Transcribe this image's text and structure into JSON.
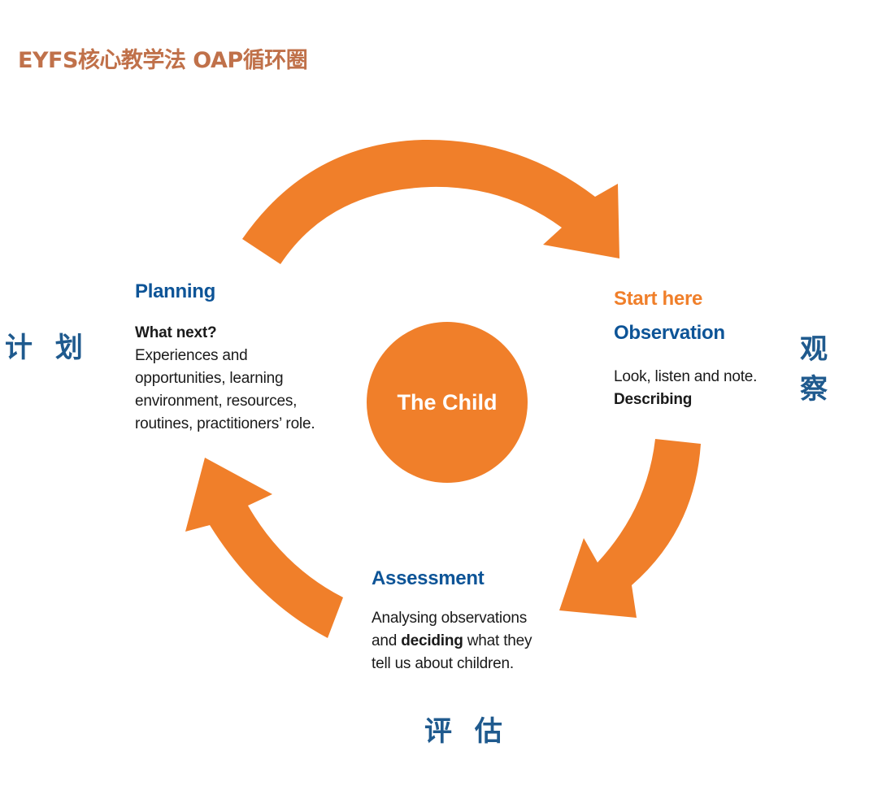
{
  "title": "EYFS核心教学法 OAP循环圈",
  "center": {
    "label": "The Child"
  },
  "colors": {
    "arrow": "#f07f2a",
    "heading": "#0d5497",
    "title": "#c0714a",
    "cn_label": "#1f5a8e"
  },
  "stages": {
    "planning": {
      "cn": "计 划",
      "heading": "Planning",
      "subheading": "What next?",
      "lines": [
        "Experiences and",
        "opportunities, learning",
        "environment, resources,",
        "routines, practitioners’ role."
      ]
    },
    "observation": {
      "cn": "观 察",
      "start": "Start here",
      "heading": "Observation",
      "line1": "Look, listen and note.",
      "line2": "Describing"
    },
    "assessment": {
      "cn": "评 估",
      "heading": "Assessment",
      "line1": "Analysing observations",
      "line2_pre": "and ",
      "line2_bold": "deciding",
      "line2_post": " what they",
      "line3": "tell us about children."
    }
  },
  "arrows": [
    {
      "from": "planning",
      "to": "observation",
      "icon": "curved-arrow-icon"
    },
    {
      "from": "observation",
      "to": "assessment",
      "icon": "curved-arrow-icon"
    },
    {
      "from": "assessment",
      "to": "planning",
      "icon": "curved-arrow-icon"
    }
  ]
}
